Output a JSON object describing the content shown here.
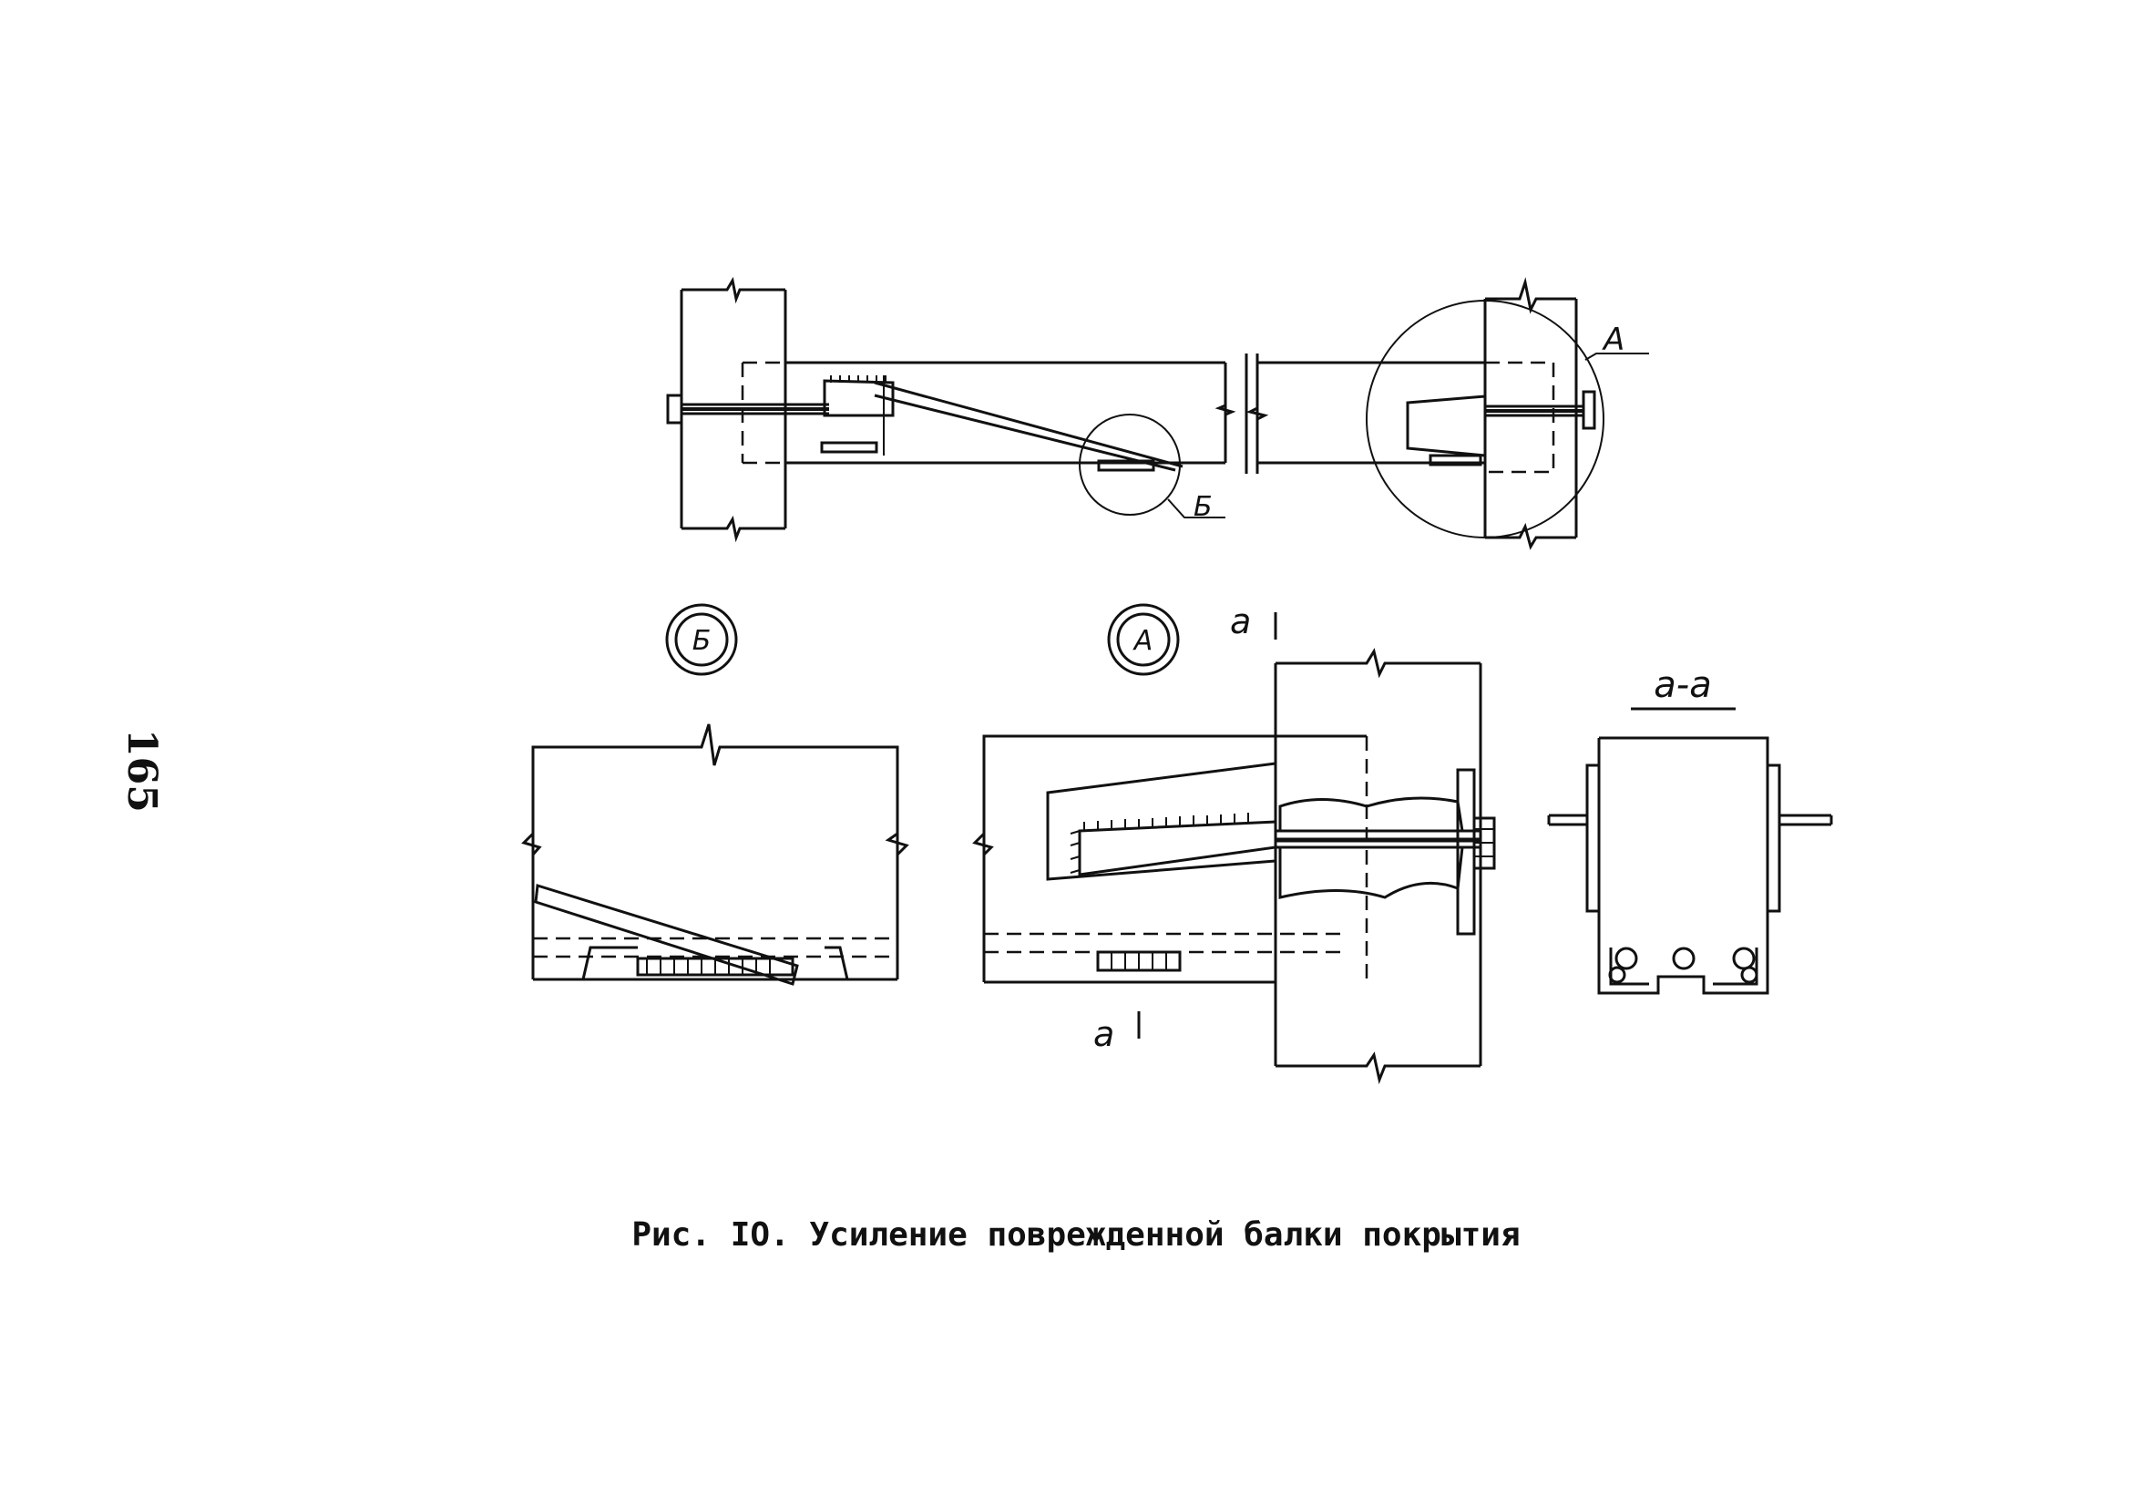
{
  "page_number": "165",
  "caption": "Рис. IO. Усиление поврежденной балки покрытия",
  "labels": {
    "callout_a": "А",
    "callout_b": "Б",
    "detail_b": "Б",
    "detail_a": "А",
    "section_mark_top": "а",
    "section_mark_bottom": "а",
    "section_title": "а-а"
  }
}
